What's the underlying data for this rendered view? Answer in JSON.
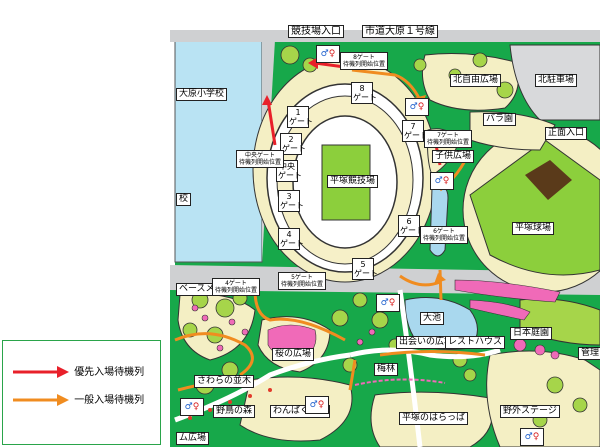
{
  "roads": {
    "stadium_entrance": "競技場入口",
    "city_road": "市道大原１号線"
  },
  "areas": {
    "ohara_school": "大原小学校",
    "school_edge": "校",
    "north_plaza": "北自由広場",
    "north_parking": "北駐車場",
    "rose_garden": "バラ園",
    "main_gate": "正面入口",
    "kids_plaza": "子供広場",
    "stadium": "平塚競技場",
    "ballpark": "平塚球場",
    "pond": "大池",
    "japanese_garden": "日本庭園",
    "meeting_plaza": "出会いの広場",
    "rest_house": "レストハウス",
    "cherry_plaza": "桜の広場",
    "plum_grove": "梅林",
    "sawara_trees": "さわらの並木",
    "bird_forest": "野鳥の森",
    "wanpaku_plaza": "わんぱく広場",
    "hiratsuka_field": "平塚のはらっぱ",
    "outdoor_stage": "野外ステージ",
    "management": "管理",
    "base_edge": "ベースメ",
    "mu_edge": "ム広場"
  },
  "gates": {
    "g1": "1\nゲート",
    "g2": "2\nゲート",
    "g3": "3\nゲート",
    "g4": "4\nゲート",
    "g5": "5\nゲート",
    "g6": "6\nゲート",
    "g7": "7\nゲート",
    "g8": "8\nゲート",
    "center": "中央\nゲート"
  },
  "waiting": {
    "w8": "8ゲート\n待機列開始位置",
    "w7": "7ゲート\n待機列開始位置",
    "wcenter": "中央ゲート\n待機列開始位置",
    "w6": "6ゲート\n待機列開始位置",
    "w5": "5ゲート\n待機列開始位置",
    "w4": "4ゲート\n待機列開始位置"
  },
  "legend": {
    "priority": "優先入場待機列",
    "general": "一般入場待機列",
    "priority_color": "#e8202a",
    "general_color": "#f08c20"
  },
  "icons": {
    "restroom": "restroom-icon"
  },
  "colors": {
    "park_green": "#17a84a",
    "lawn": "#f4efc4",
    "water": "#a9d8ee",
    "bush": "#a6d54a",
    "flower_pink": "#f06ab8",
    "stadium_field": "#8ccf3c",
    "road_gray": "#cfd0d2"
  }
}
